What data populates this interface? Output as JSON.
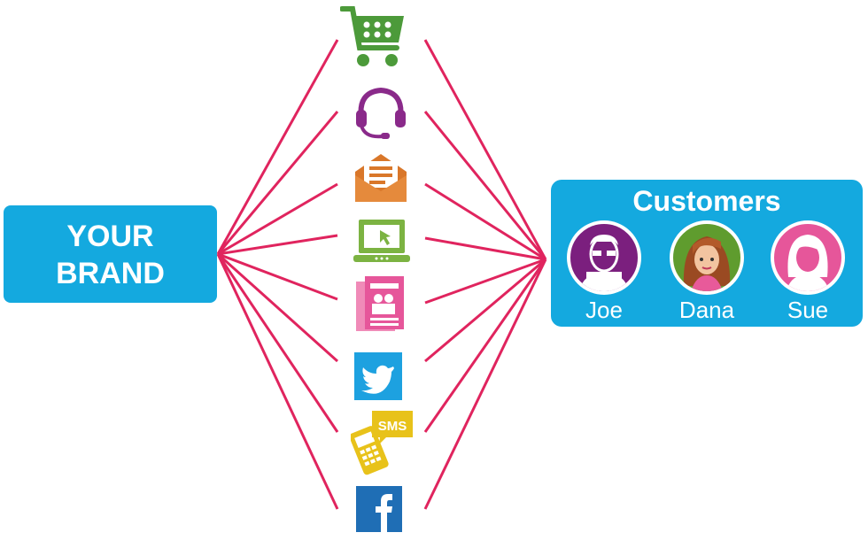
{
  "brand": {
    "line1": "YOUR",
    "line2": "BRAND"
  },
  "customers": {
    "title": "Customers",
    "people": [
      {
        "name": "Joe",
        "avatar": "male-avatar-icon"
      },
      {
        "name": "Dana",
        "avatar": "female-illustrated-avatar-icon"
      },
      {
        "name": "Sue",
        "avatar": "female-avatar-icon"
      }
    ]
  },
  "channels": [
    {
      "icon": "shopping-cart-icon",
      "color": "#4c9a3a"
    },
    {
      "icon": "headset-icon",
      "color": "#8a2a8a"
    },
    {
      "icon": "email-envelope-icon",
      "color": "#d9772a"
    },
    {
      "icon": "laptop-icon",
      "color": "#7cb342"
    },
    {
      "icon": "newspaper-icon",
      "color": "#e6569a"
    },
    {
      "icon": "twitter-icon",
      "color": "#1da1e0"
    },
    {
      "icon": "sms-phone-icon",
      "color": "#e8c21a",
      "label": "SMS"
    },
    {
      "icon": "facebook-icon",
      "color": "#1f6eb5"
    }
  ],
  "colors": {
    "connector": "#e0245e",
    "accent": "#14a9df"
  }
}
